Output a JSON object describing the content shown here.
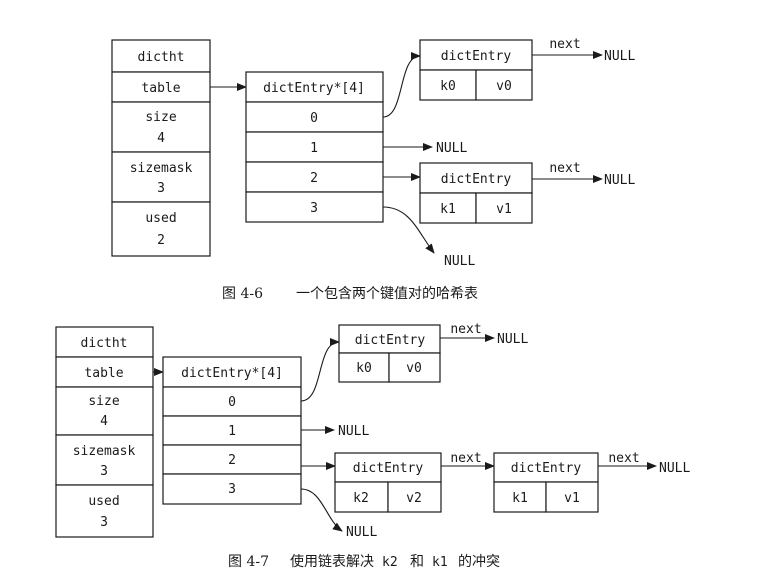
{
  "figure_a": {
    "dictht": {
      "title": "dictht",
      "table": "table",
      "size_label": "size",
      "size_value": "4",
      "sizemask_label": "sizemask",
      "sizemask_value": "3",
      "used_label": "used",
      "used_value": "2"
    },
    "array": {
      "title": "dictEntry*[4]",
      "slots": [
        "0",
        "1",
        "2",
        "3"
      ]
    },
    "entry_k0": {
      "title": "dictEntry",
      "key": "k0",
      "value": "v0",
      "next": "next",
      "null": "NULL"
    },
    "entry_k1": {
      "title": "dictEntry",
      "key": "k1",
      "value": "v1",
      "next": "next",
      "null": "NULL"
    },
    "slot1_null": "NULL",
    "slot3_null": "NULL",
    "caption_number": "图 4-6",
    "caption_text": "一个包含两个键值对的哈希表"
  },
  "figure_b": {
    "dictht": {
      "title": "dictht",
      "table": "table",
      "size_label": "size",
      "size_value": "4",
      "sizemask_label": "sizemask",
      "sizemask_value": "3",
      "used_label": "used",
      "used_value": "3"
    },
    "array": {
      "title": "dictEntry*[4]",
      "slots": [
        "0",
        "1",
        "2",
        "3"
      ]
    },
    "entry_k0": {
      "title": "dictEntry",
      "key": "k0",
      "value": "v0",
      "next": "next",
      "null": "NULL"
    },
    "entry_k2": {
      "title": "dictEntry",
      "key": "k2",
      "value": "v2",
      "next": "next"
    },
    "entry_k1": {
      "title": "dictEntry",
      "key": "k1",
      "value": "v1",
      "next": "next",
      "null": "NULL"
    },
    "slot1_null": "NULL",
    "slot3_null": "NULL",
    "caption_number": "图 4-7",
    "caption_text_1": "使用链表解决",
    "caption_key_1": "k2",
    "caption_text_2": "和",
    "caption_key_2": "k1",
    "caption_text_3": "的冲突"
  }
}
